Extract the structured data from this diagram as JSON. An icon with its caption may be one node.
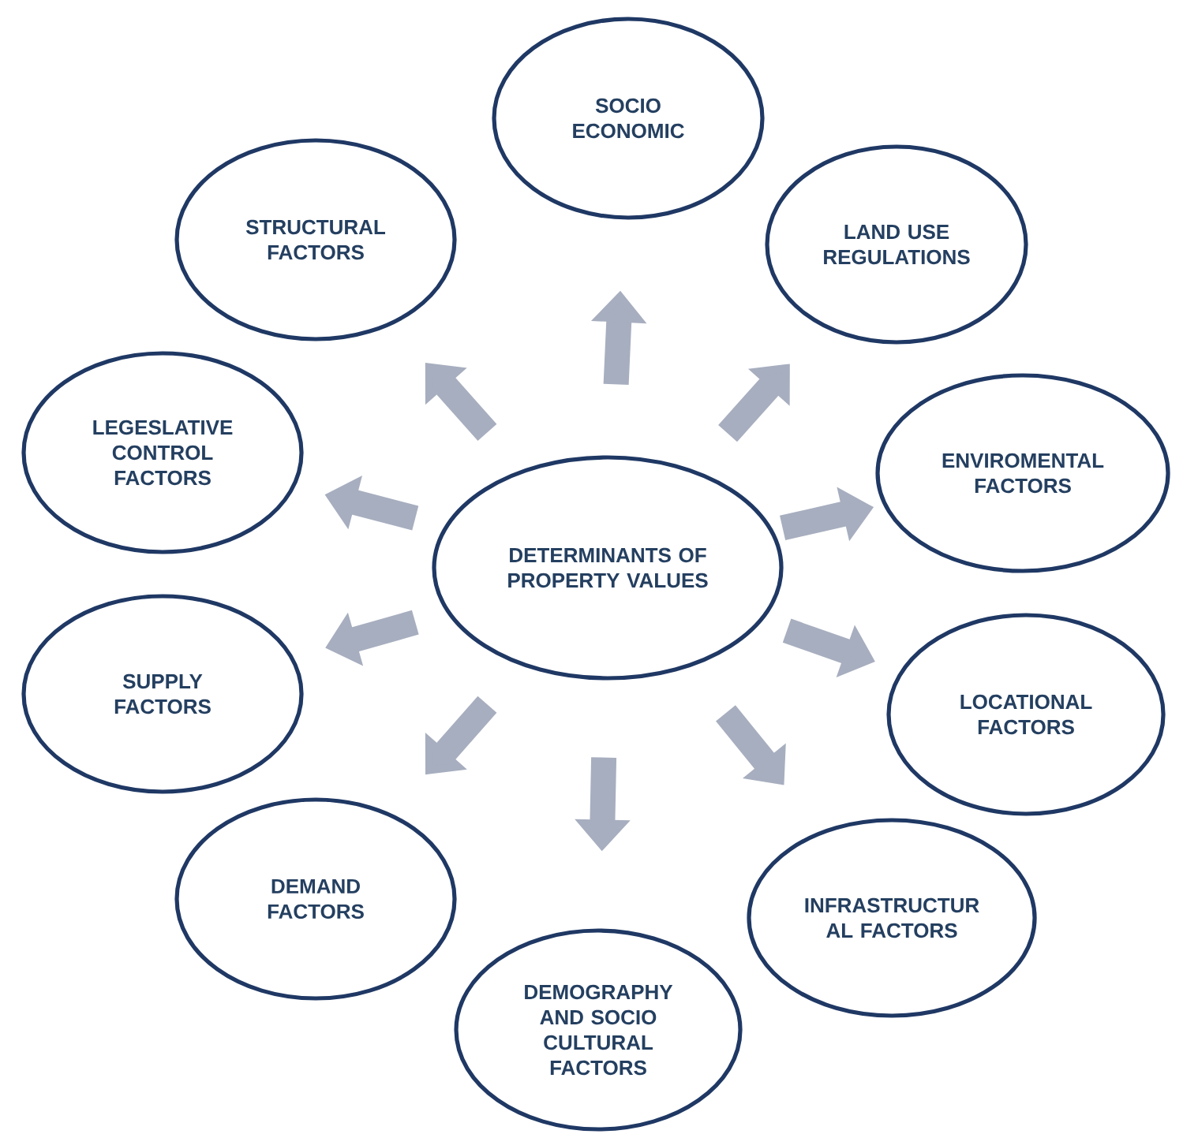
{
  "diagram": {
    "nodes": [
      {
        "text": [
          "DETERMINANTS OF PROPERTY VALUES"
        ]
      },
      {
        "text": [
          "SOCIO ECONOMIC"
        ]
      },
      {
        "text": [
          "LAND USE REGULATIONS"
        ]
      },
      {
        "text": [
          "ENVIROMENTAL FACTORS"
        ]
      },
      {
        "text": [
          "LOCATIONAL FACTORS"
        ]
      },
      {
        "text": [
          "INFRASTRUCTUR AL FACTORS"
        ]
      },
      {
        "text": [
          "DEMOGRAPHY AND SOCIO CULTURAL FACTORS"
        ]
      },
      {
        "text": [
          "DEMAND FACTORS"
        ]
      },
      {
        "text": [
          "SUPPLY FACTORS"
        ]
      },
      {
        "text": [
          "LEGESLATIVE CONTROL FACTORS"
        ]
      },
      {
        "text": [
          "STRUCTURAL FACTORS"
        ]
      }
    ],
    "edges": [
      {
        "from": 0,
        "to": 1,
        "arrow": "to"
      },
      {
        "from": 0,
        "to": 2,
        "arrow": "to"
      },
      {
        "from": 0,
        "to": 3,
        "arrow": "to"
      },
      {
        "from": 0,
        "to": 4,
        "arrow": "to"
      },
      {
        "from": 0,
        "to": 5,
        "arrow": "to"
      },
      {
        "from": 0,
        "to": 6,
        "arrow": "to"
      },
      {
        "from": 0,
        "to": 7,
        "arrow": "to"
      },
      {
        "from": 0,
        "to": 8,
        "arrow": "to"
      },
      {
        "from": 0,
        "to": 9,
        "arrow": "to"
      },
      {
        "from": 0,
        "to": 10,
        "arrow": "to"
      }
    ]
  }
}
